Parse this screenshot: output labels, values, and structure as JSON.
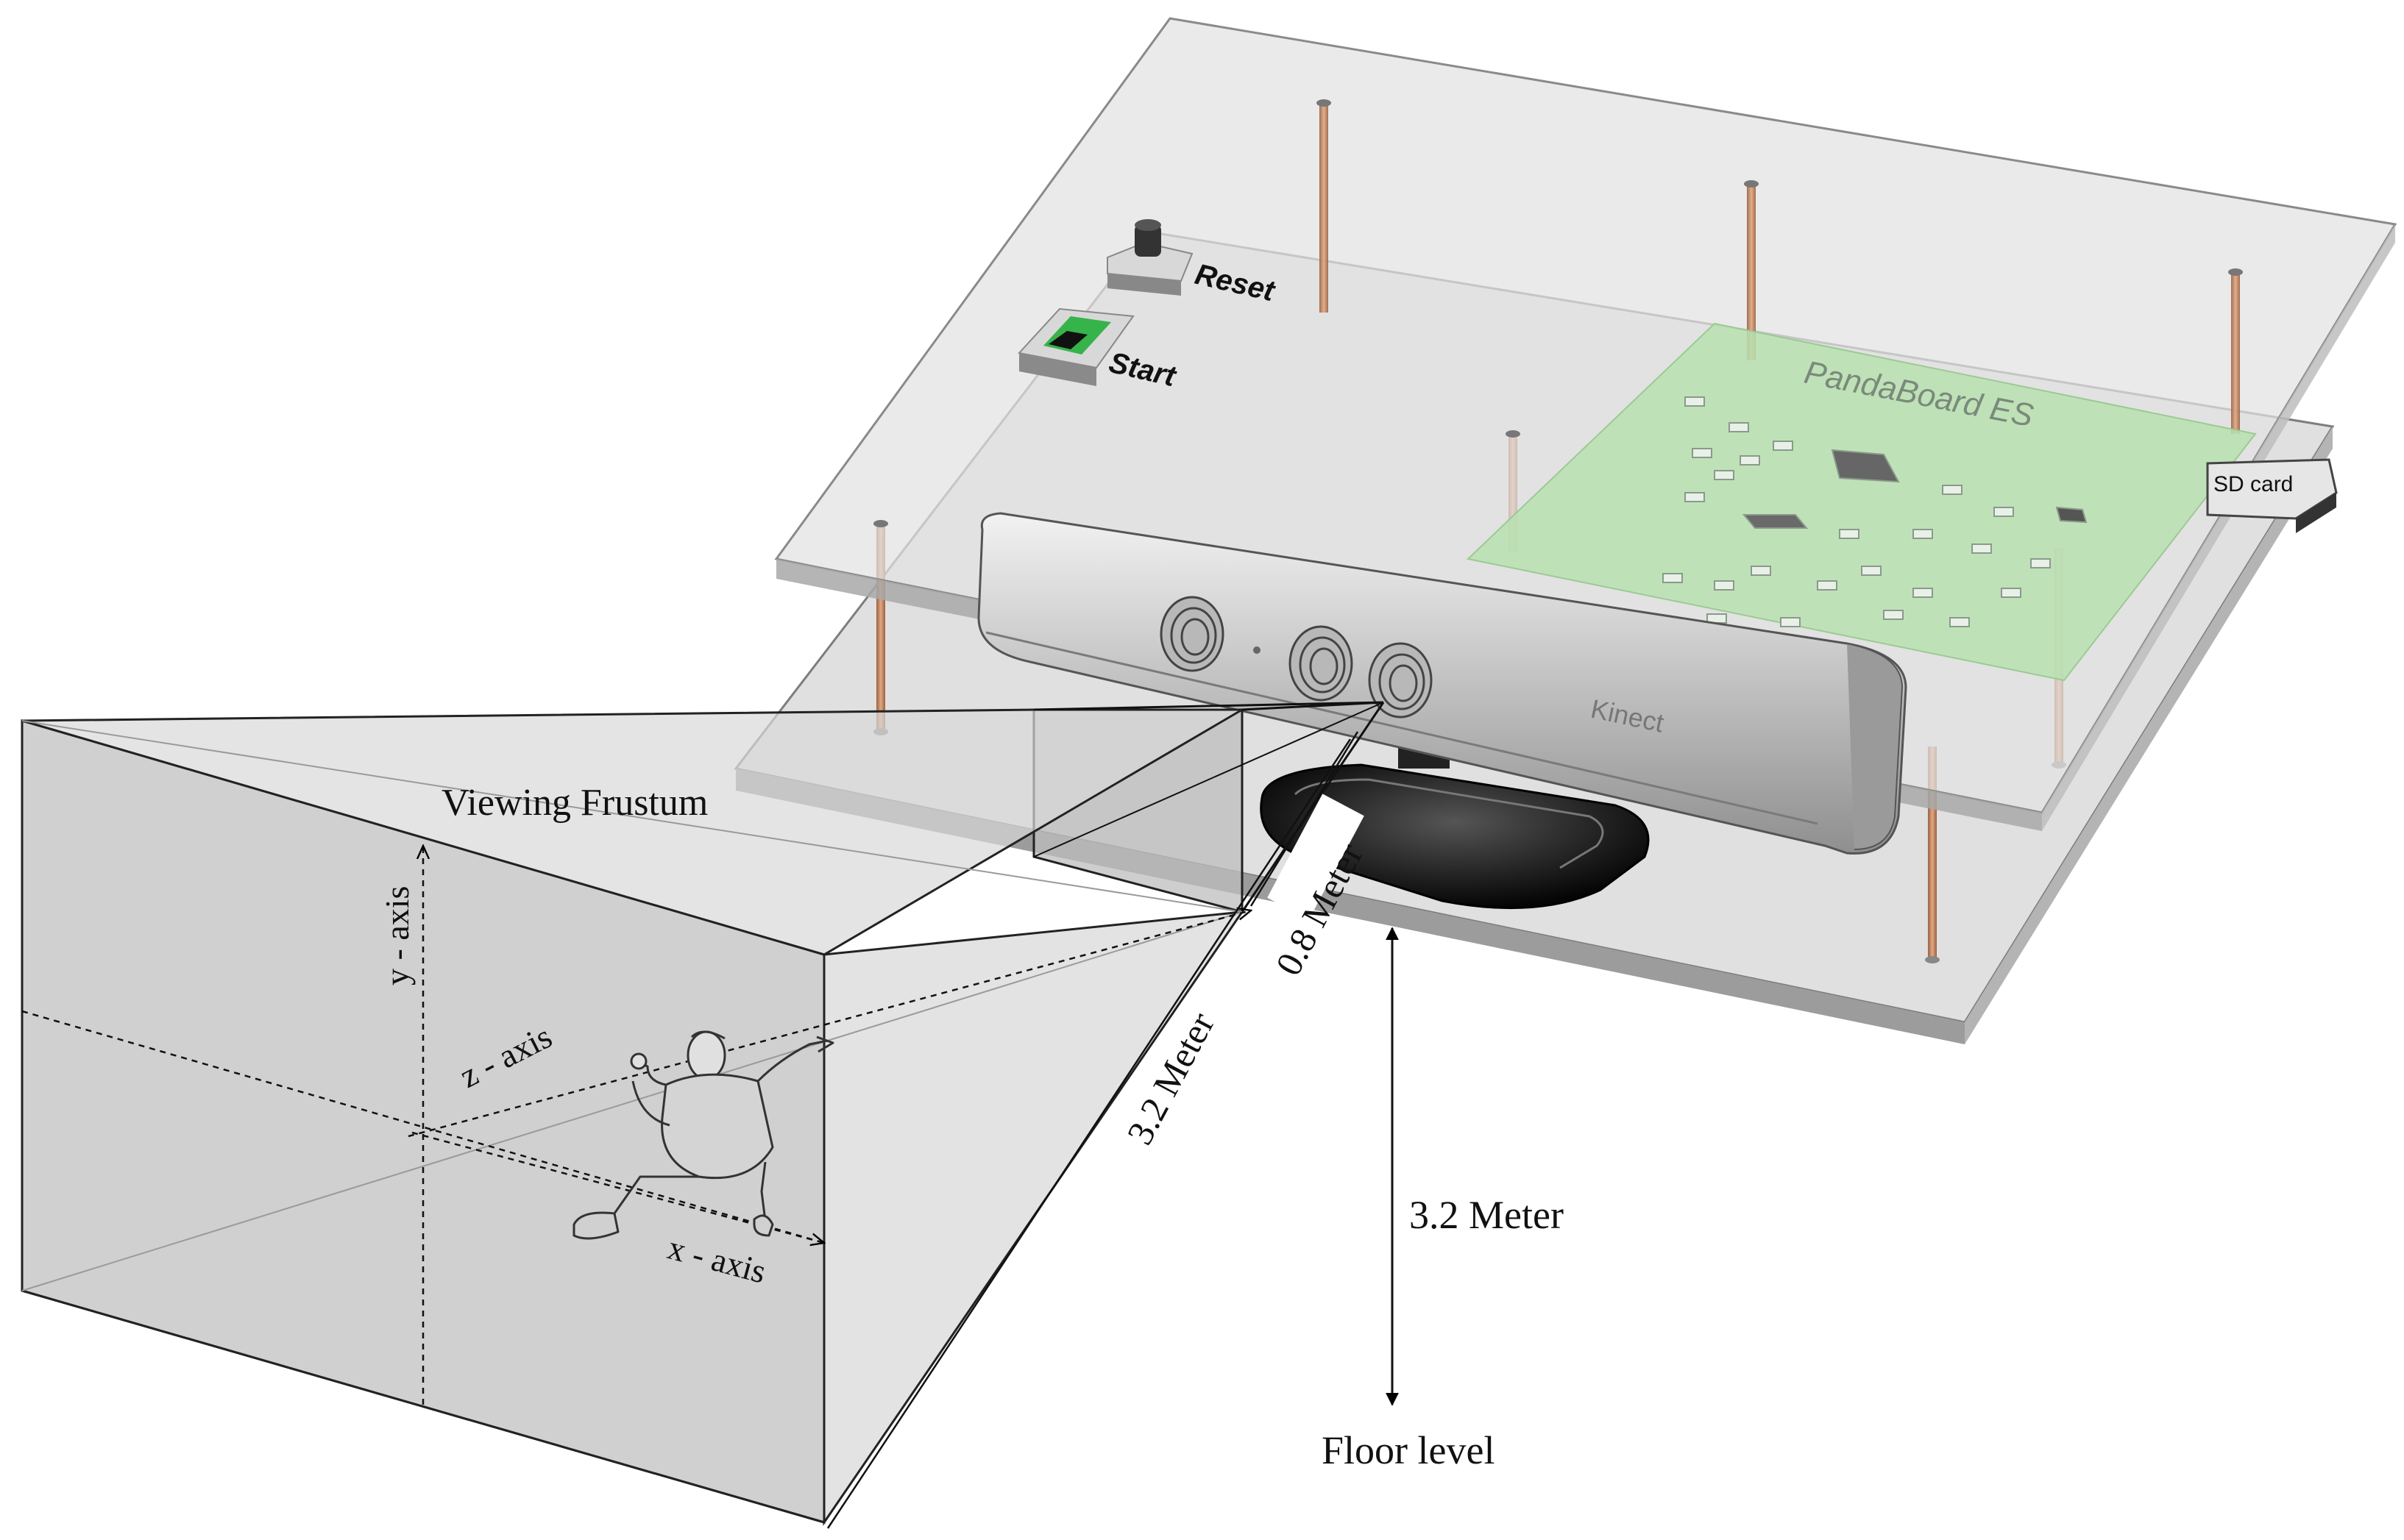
{
  "labels": {
    "reset": "Reset",
    "start": "Start",
    "board": "PandaBoard ES",
    "sd_card": "SD card",
    "kinect": "Kinect",
    "viewing_frustum": "Viewing Frustum",
    "y_axis": "y - axis",
    "z_axis": "z - axis",
    "x_axis": "x - axis",
    "dist_far": "3.2 Meter",
    "dist_near": "0.8 Meter",
    "height": "3.2 Meter",
    "floor": "Floor level"
  },
  "colors": {
    "plate": "#d4d4d4",
    "plate_edge": "#8a8a8a",
    "standoff": "#c8906a",
    "board": "#b8e0b0",
    "frustum": "#c9c9c9",
    "ink": "#000000"
  }
}
